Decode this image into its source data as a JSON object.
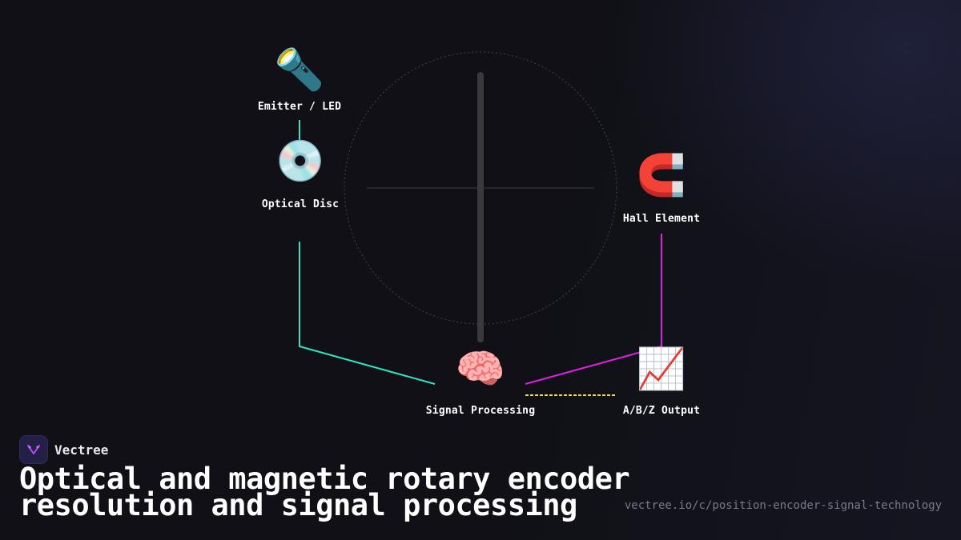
{
  "diagram": {
    "nodes": {
      "emitter": {
        "label": "Emitter / LED",
        "icon": "flashlight-icon",
        "glyph": "🔦"
      },
      "disc": {
        "label": "Optical Disc",
        "icon": "optical-disc-icon",
        "glyph": "💿"
      },
      "hall": {
        "label": "Hall Element",
        "icon": "magnet-icon",
        "glyph": "🧲"
      },
      "signal": {
        "label": "Signal Processing",
        "icon": "brain-icon",
        "glyph": "🧠"
      },
      "output": {
        "label": "A/B/Z Output",
        "icon": "chart-increasing-icon",
        "glyph": "📈"
      }
    },
    "colors": {
      "optical_wire": "#2ee6c2",
      "magnetic_wire": "#e020e0",
      "output_wire": "#f0e020",
      "shaft": "#3a3a3e",
      "circle": "#44444c"
    }
  },
  "footer": {
    "brand": "Vectree",
    "title": "Optical and magnetic rotary encoder resolution and signal processing",
    "url": "vectree.io/c/position-encoder-signal-technology"
  }
}
